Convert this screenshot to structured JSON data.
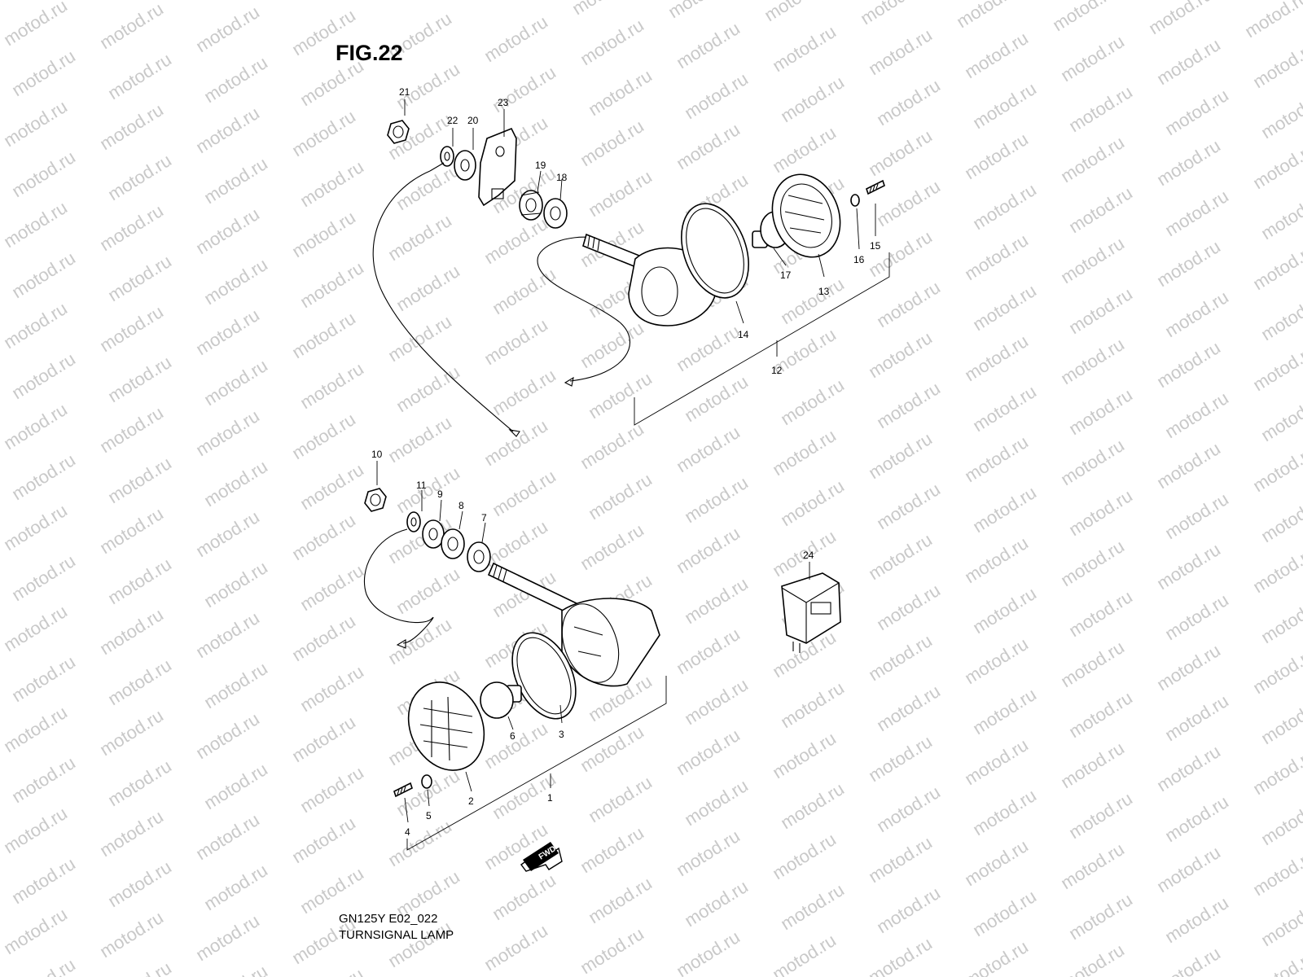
{
  "figure": {
    "title": "FIG.22"
  },
  "watermark": {
    "text": "motod.ru"
  },
  "footer": {
    "model_code": "GN125Y E02_022",
    "caption": "TURNSIGNAL LAMP"
  },
  "fwd_label": "FWD",
  "callouts": {
    "c1": "1",
    "c2": "2",
    "c3": "3",
    "c4": "4",
    "c5": "5",
    "c6": "6",
    "c7": "7",
    "c8": "8",
    "c9": "9",
    "c10": "10",
    "c11": "11",
    "c12": "12",
    "c13": "13",
    "c14": "14",
    "c15": "15",
    "c16": "16",
    "c17": "17",
    "c18": "18",
    "c19": "19",
    "c20": "20",
    "c21": "21",
    "c22": "22",
    "c23": "23",
    "c24": "24"
  }
}
